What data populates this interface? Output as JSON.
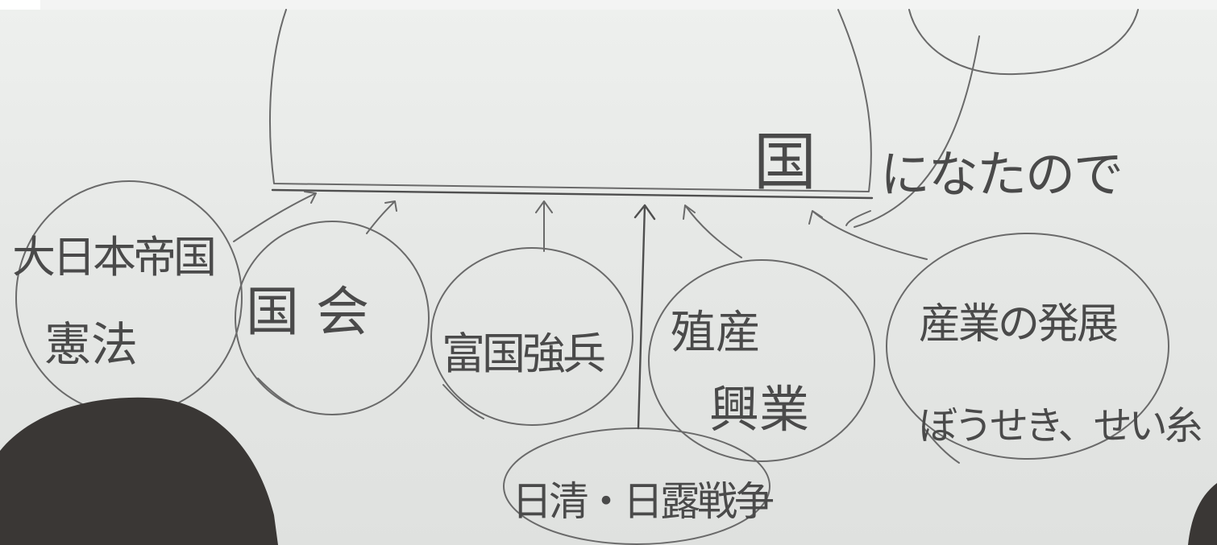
{
  "whiteboard": {
    "main_label": "国",
    "caption": "になたので",
    "topics": [
      {
        "lines": [
          "大日本帝国",
          "憲法"
        ]
      },
      {
        "lines": [
          "国 会"
        ]
      },
      {
        "lines": [
          "富国強兵"
        ]
      },
      {
        "lines": [
          "殖産",
          "興業"
        ]
      },
      {
        "lines": [
          "産業の発展",
          "ぼうせき、せい糸"
        ]
      },
      {
        "lines": [
          "日清・日露戦争"
        ]
      }
    ]
  },
  "colors": {
    "board": "#e9ebe9",
    "ink": "#4a4a4a",
    "hair": "#3a3735"
  }
}
